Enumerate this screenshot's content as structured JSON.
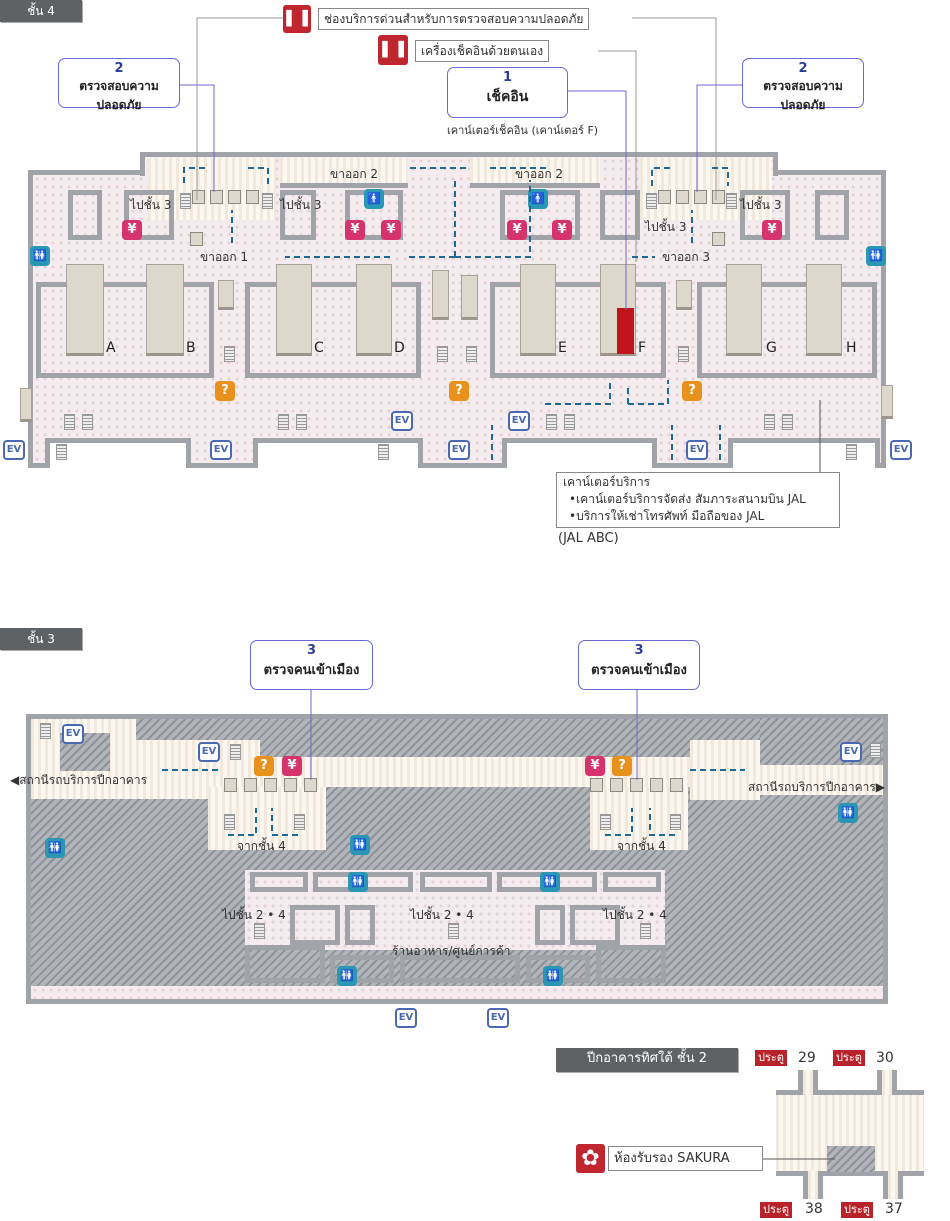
{
  "floor4": {
    "tag": "ชั้น 4",
    "express_security": "ช่องบริการด่วนสำหรับการตรวจสอบความปลอดภัย",
    "self_checkin": "เครื่องเช็คอินด้วยตนเอง",
    "checkin": {
      "num": "1",
      "title": "เช็คอิน",
      "sub": "เคาน์เตอร์เช็คอิน (เคาน์เตอร์ F)"
    },
    "security_left": {
      "num": "2",
      "title": "ตรวจสอบความปลอดภัย"
    },
    "security_right": {
      "num": "2",
      "title": "ตรวจสอบความปลอดภัย"
    },
    "departures": [
      "ขาออก 1",
      "ขาออก 2",
      "ขาออก 2",
      "ขาออก 3"
    ],
    "to_floor3": "ไปชั้น 3",
    "counters": [
      "A",
      "B",
      "C",
      "D",
      "E",
      "F",
      "G",
      "H"
    ],
    "service_counter": {
      "title": "เคาน์เตอร์บริการ",
      "items": [
        "•เคาน์เตอร์บริการจัดส่ง สัมภาระสนามบิน JAL",
        "•บริการให้เช่าโทรศัพท์ มือถือของ JAL"
      ],
      "note": "(JAL ABC)"
    }
  },
  "floor3": {
    "tag": "ชั้น 3",
    "immigration_left": {
      "num": "3",
      "title": "ตรวจคนเข้าเมือง"
    },
    "immigration_right": {
      "num": "3",
      "title": "ตรวจคนเข้าเมือง"
    },
    "bus_left": "◀สถานีรถบริการปีกอาคาร",
    "bus_right": "สถานีรถบริการปีกอาคาร▶",
    "from_floor4": "จากชั้น 4",
    "to_floor24": "ไปชั้น 2 • 4",
    "shops": "ร้านอาหาร/ศูนย์การค้า"
  },
  "south_wing": {
    "tag": "ปีกอาคารทิศใต้ ชั้น 2",
    "gate_label": "ประตู",
    "gates": [
      "29",
      "30",
      "38",
      "37"
    ],
    "lounge": "ห้องรับรอง SAKURA",
    "lounge_logo": "Sakura Lounge"
  },
  "icons": {
    "ev": "EV",
    "info": "?",
    "yen": "¥",
    "restroom": "🚻",
    "man": "🚹",
    "express_icon": "▌▐",
    "sakura": "✿",
    "accent_blue": "#2c3e9a",
    "yen_color": "#d6336e",
    "info_color": "#e8921d",
    "restroom_color": "#2a97b4"
  }
}
